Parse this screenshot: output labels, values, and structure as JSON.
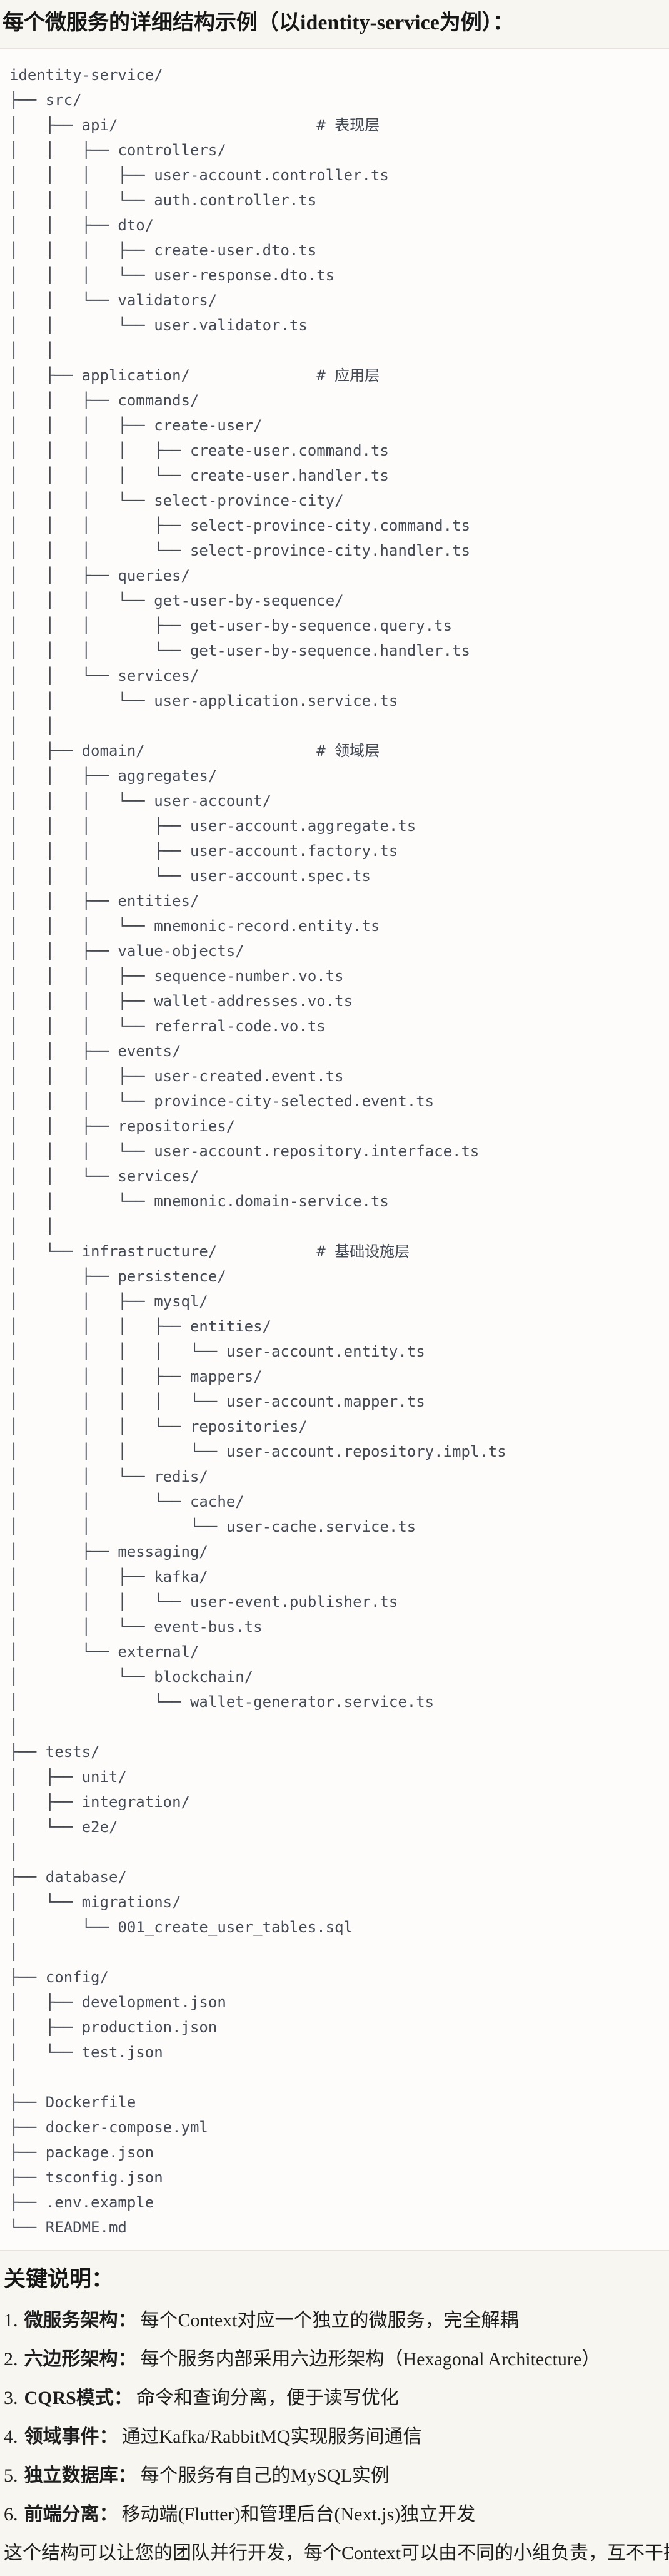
{
  "page": {
    "title": "每个微服务的详细结构示例（以identity-service为例）："
  },
  "code_block": {
    "tree_lines": [
      "identity-service/",
      "├── src/",
      "│   ├── api/                      # 表现层",
      "│   │   ├── controllers/",
      "│   │   │   ├── user-account.controller.ts",
      "│   │   │   └── auth.controller.ts",
      "│   │   ├── dto/",
      "│   │   │   ├── create-user.dto.ts",
      "│   │   │   └── user-response.dto.ts",
      "│   │   └── validators/",
      "│   │       └── user.validator.ts",
      "│   │",
      "│   ├── application/              # 应用层",
      "│   │   ├── commands/",
      "│   │   │   ├── create-user/",
      "│   │   │   │   ├── create-user.command.ts",
      "│   │   │   │   └── create-user.handler.ts",
      "│   │   │   └── select-province-city/",
      "│   │   │       ├── select-province-city.command.ts",
      "│   │   │       └── select-province-city.handler.ts",
      "│   │   ├── queries/",
      "│   │   │   └── get-user-by-sequence/",
      "│   │   │       ├── get-user-by-sequence.query.ts",
      "│   │   │       └── get-user-by-sequence.handler.ts",
      "│   │   └── services/",
      "│   │       └── user-application.service.ts",
      "│   │",
      "│   ├── domain/                   # 领域层",
      "│   │   ├── aggregates/",
      "│   │   │   └── user-account/",
      "│   │   │       ├── user-account.aggregate.ts",
      "│   │   │       ├── user-account.factory.ts",
      "│   │   │       └── user-account.spec.ts",
      "│   │   ├── entities/",
      "│   │   │   └── mnemonic-record.entity.ts",
      "│   │   ├── value-objects/",
      "│   │   │   ├── sequence-number.vo.ts",
      "│   │   │   ├── wallet-addresses.vo.ts",
      "│   │   │   └── referral-code.vo.ts",
      "│   │   ├── events/",
      "│   │   │   ├── user-created.event.ts",
      "│   │   │   └── province-city-selected.event.ts",
      "│   │   ├── repositories/",
      "│   │   │   └── user-account.repository.interface.ts",
      "│   │   └── services/",
      "│   │       └── mnemonic.domain-service.ts",
      "│   │",
      "│   └── infrastructure/           # 基础设施层",
      "│       ├── persistence/",
      "│       │   ├── mysql/",
      "│       │   │   ├── entities/",
      "│       │   │   │   └── user-account.entity.ts",
      "│       │   │   ├── mappers/",
      "│       │   │   │   └── user-account.mapper.ts",
      "│       │   │   └── repositories/",
      "│       │   │       └── user-account.repository.impl.ts",
      "│       │   └── redis/",
      "│       │       └── cache/",
      "│       │           └── user-cache.service.ts",
      "│       ├── messaging/",
      "│       │   ├── kafka/",
      "│       │   │   └── user-event.publisher.ts",
      "│       │   └── event-bus.ts",
      "│       └── external/",
      "│           └── blockchain/",
      "│               └── wallet-generator.service.ts",
      "│",
      "├── tests/",
      "│   ├── unit/",
      "│   ├── integration/",
      "│   └── e2e/",
      "│",
      "├── database/",
      "│   └── migrations/",
      "│       └── 001_create_user_tables.sql",
      "│",
      "├── config/",
      "│   ├── development.json",
      "│   ├── production.json",
      "│   └── test.json",
      "│",
      "├── Dockerfile",
      "├── docker-compose.yml",
      "├── package.json",
      "├── tsconfig.json",
      "├── .env.example",
      "└── README.md"
    ]
  },
  "keynotes": {
    "heading": "关键说明：",
    "items": [
      {
        "num": "1.",
        "term": "微服务架构",
        "colon": "：",
        "desc": "每个Context对应一个独立的微服务，完全解耦"
      },
      {
        "num": "2.",
        "term": "六边形架构",
        "colon": "：",
        "desc": "每个服务内部采用六边形架构（Hexagonal Architecture）"
      },
      {
        "num": "3.",
        "term": "CQRS模式",
        "colon": "：",
        "desc": "命令和查询分离，便于读写优化"
      },
      {
        "num": "4.",
        "term": "领域事件",
        "colon": "：",
        "desc": "通过Kafka/RabbitMQ实现服务间通信"
      },
      {
        "num": "5.",
        "term": "独立数据库",
        "colon": "：",
        "desc": "每个服务有自己的MySQL实例"
      },
      {
        "num": "6.",
        "term": "前端分离",
        "colon": "：",
        "desc": "移动端(Flutter)和管理后台(Next.js)独立开发"
      }
    ],
    "closing": "这个结构可以让您的团队并行开发，每个Context可以由不同的小组负责，互不干扰。"
  }
}
